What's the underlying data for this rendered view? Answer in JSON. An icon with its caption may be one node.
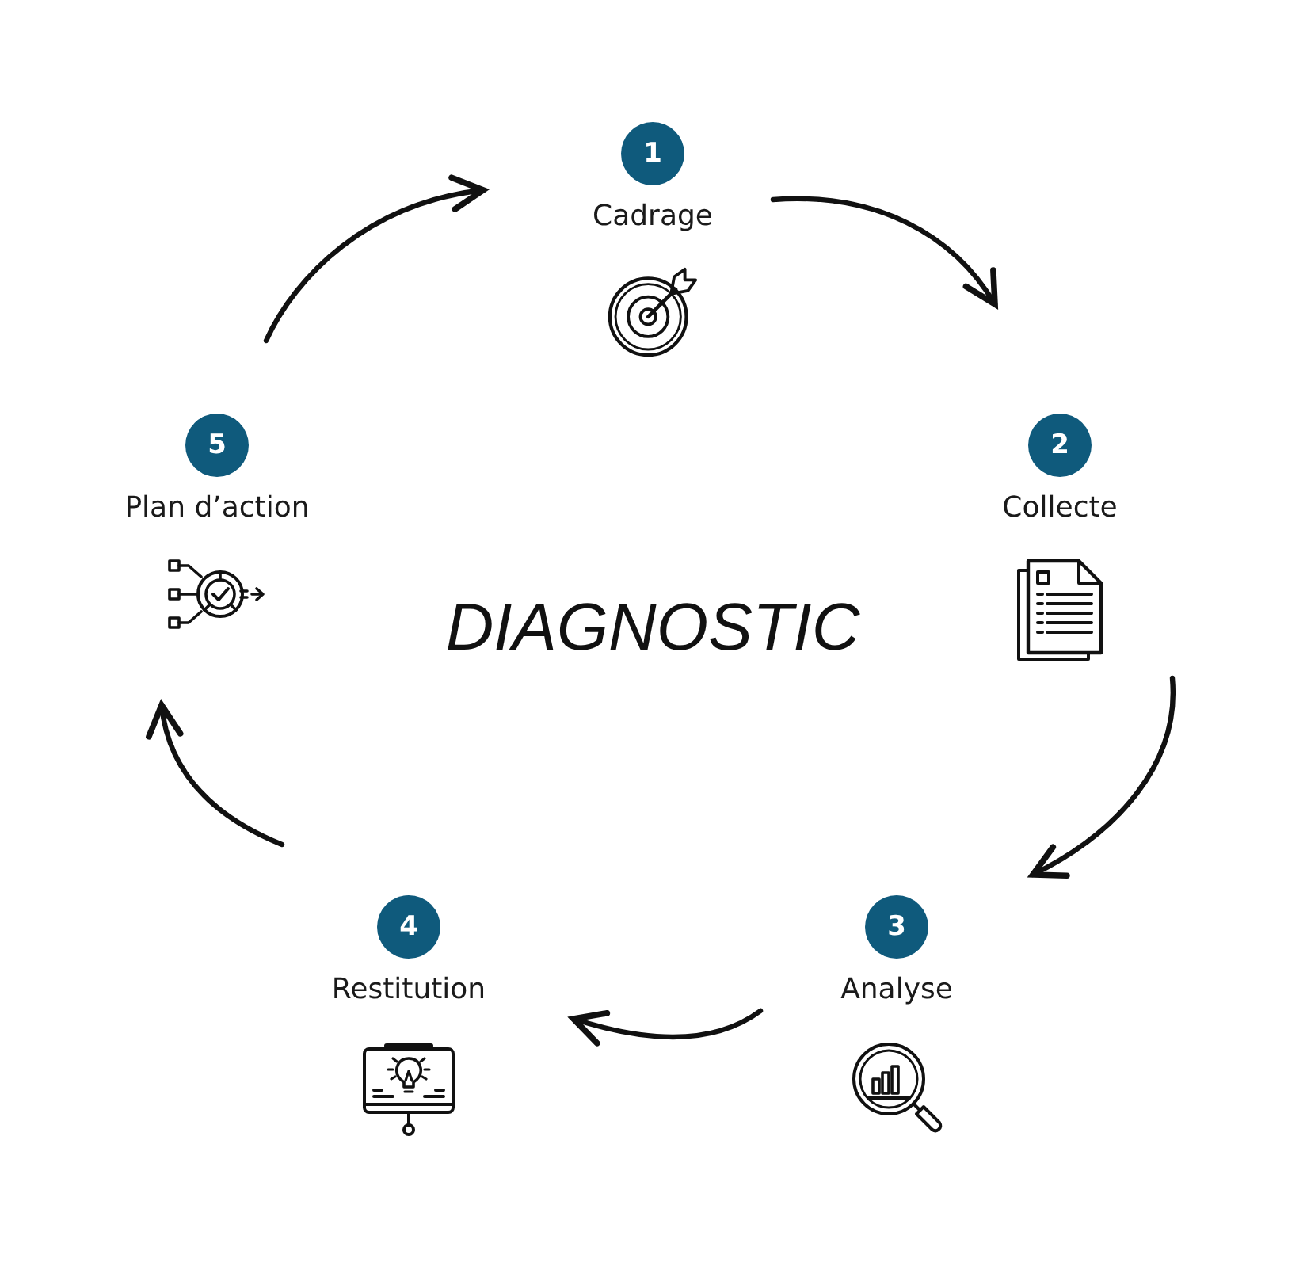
{
  "diagram": {
    "title": "DIAGNOSTIC",
    "nodes": [
      {
        "text": [
          "1",
          "Cadrage"
        ]
      },
      {
        "text": [
          "2",
          "Collecte"
        ]
      },
      {
        "text": [
          "3",
          "Analyse"
        ]
      },
      {
        "text": [
          "4",
          "Restitution"
        ]
      },
      {
        "text": [
          "5",
          "Plan d’action"
        ]
      }
    ],
    "edges": [
      {
        "from": 0,
        "to": 1,
        "arrow": "to"
      },
      {
        "from": 1,
        "to": 2,
        "arrow": "to"
      },
      {
        "from": 2,
        "to": 3,
        "arrow": "to"
      },
      {
        "from": 3,
        "to": 4,
        "arrow": "to"
      },
      {
        "from": 4,
        "to": 0,
        "arrow": "to"
      }
    ]
  }
}
